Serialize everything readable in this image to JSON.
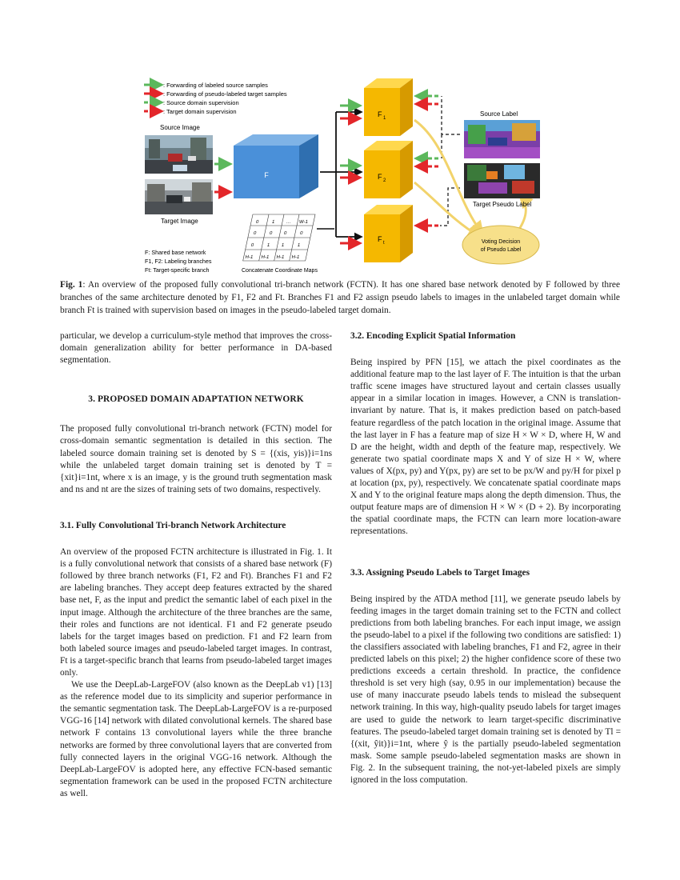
{
  "figure": {
    "legend": [
      ": Forwarding of labeled source samples",
      ": Forwarding of pseudo-labeled  target samples",
      ": Source domain supervision",
      ": Target domain supervision"
    ],
    "source_image_label": "Source Image",
    "target_image_label": "Target Image",
    "base_net_label": "F",
    "branch_labels": [
      "F",
      "F",
      "F"
    ],
    "branch_subs": [
      "1",
      "2",
      "t"
    ],
    "source_label": "Source Label",
    "target_pseudo_label": "Target Pseudo Label",
    "voting_label": [
      "Voting Decision",
      "of Pseudo Label"
    ],
    "coord_maps_label": "Concatenate Coordinate Maps",
    "key": [
      "F: Shared base network",
      "F1, F2: Labeling branches",
      "Ft: Target-specific branch"
    ],
    "colors": {
      "green": "#5cb85c",
      "red": "#e3262a",
      "base": "#4a90d9",
      "branch": "#f5b800",
      "voting": "#f7e08a"
    }
  },
  "caption": {
    "label": "Fig. 1",
    "text": ": An overview of the proposed fully convolutional tri-branch network (FCTN). It has one shared base network denoted by F followed by three branches of the same architecture denoted by F1, F2 and Ft. Branches F1 and F2 assign pseudo labels to images in the unlabeled target domain while branch Ft is trained with supervision based on images in the pseudo-labeled target domain."
  },
  "left": {
    "intro": "particular, we develop a curriculum-style method that improves the cross-domain generalization ability for better performance in DA-based segmentation.",
    "section3_title": "3. PROPOSED DOMAIN ADAPTATION NETWORK",
    "section3_text": "The proposed fully convolutional tri-branch network (FCTN) model for cross-domain semantic segmentation is detailed in this section. The labeled source domain training set is denoted by S = {(xis, yis)}i=1ns while the unlabeled target domain training set is denoted by T = {xit}i=1nt, where x is an image, y is the ground truth segmentation mask and ns and nt are the sizes of training sets of two domains, respectively.",
    "sub31_title": "3.1.  Fully Convolutional Tri-branch Network Architecture",
    "sub31_p1": "An overview of the proposed FCTN architecture is illustrated in Fig. 1. It is a fully convolutional network that consists of a shared base network (F) followed by three branch networks (F1, F2 and Ft). Branches F1 and F2 are labeling branches. They accept deep features extracted by the shared base net, F, as the input and predict the semantic label of each pixel in the input image. Although the architecture of the three branches are the same, their roles and functions are not identical. F1 and F2 generate pseudo labels for the target images based on prediction. F1 and F2 learn from both labeled source images and pseudo-labeled target images. In contrast, Ft is a target-specific branch that learns from pseudo-labeled target images only.",
    "sub31_p2": "We use the DeepLab-LargeFOV (also known as the DeepLab v1) [13] as the reference model due to its simplicity and superior performance in the semantic segmentation task. The DeepLab-LargeFOV is a re-purposed VGG-16 [14] network with dilated convolutional kernels. The shared base network F contains 13 convolutional layers while the three branche networks are formed by three convolutional layers that are converted from fully connected layers in the original VGG-16 network. Although the DeepLab-LargeFOV is adopted here, any effective FCN-based semantic segmentation framework can be used in the proposed FCTN architecture as well."
  },
  "right": {
    "sub32_title": "3.2.  Encoding Explicit Spatial Information",
    "sub32_text": "Being inspired by PFN [15], we attach the pixel coordinates as the additional feature map to the last layer of F. The intuition is that the urban traffic scene images have structured layout and certain classes usually appear in a similar location in images. However, a CNN is translation-invariant by nature. That is, it makes prediction based on patch-based feature regardless of the patch location in the original image. Assume that the last layer in F has a feature map of size H × W × D, where H, W and D are the height, width and depth of the feature map, respectively. We generate two spatial coordinate maps X and Y of size H × W, where values of X(px, py) and Y(px, py) are set to be px/W and py/H for pixel p at location (px, py), respectively. We concatenate spatial coordinate maps X and Y to the original feature maps along the depth dimension. Thus, the output feature maps are of dimension H × W × (D + 2). By incorporating the spatial coordinate maps, the FCTN can learn more location-aware representations.",
    "sub33_title": "3.3.  Assigning Pseudo Labels to Target Images",
    "sub33_text": "Being inspired by the ATDA method [11], we generate pseudo labels by feeding images in the target domain training set to the FCTN and collect predictions from both labeling branches. For each input image, we assign the pseudo-label to a pixel if the following two conditions are satisfied: 1) the classifiers associated with labeling branches, F1 and F2, agree in their predicted labels on this pixel; 2) the higher confidence score of these two predictions exceeds a certain threshold. In practice, the confidence threshold is set very high (say, 0.95 in our implementation) because the use of many inaccurate pseudo labels tends to mislead the subsequent network training. In this way, high-quality pseudo labels for target images are used to guide the network to learn target-specific discriminative features. The pseudo-labeled target domain training set is denoted by Tl = {(xit, ŷit)}i=1nt, where ŷ is the partially pseudo-labeled segmentation mask. Some sample pseudo-labeled segmentation masks are shown in Fig. 2. In the subsequent training, the not-yet-labeled pixels are simply ignored in the loss computation."
  }
}
